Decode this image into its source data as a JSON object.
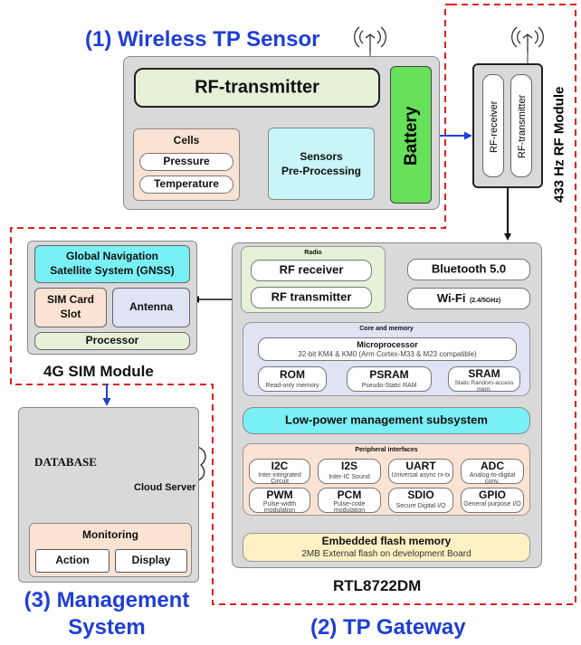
{
  "sections": {
    "sensor_title": "(1) Wireless TP Sensor",
    "gateway_title": "(2) TP Gateway",
    "management_title_line1": "(3) Management",
    "management_title_line2": "System"
  },
  "sensor": {
    "rf_transmitter": "RF-transmitter",
    "cells": "Cells",
    "pressure": "Pressure",
    "temperature": "Temperature",
    "sensors_line1": "Sensors",
    "sensors_line2": "Pre-Processing",
    "battery": "Battery"
  },
  "rf_module": {
    "title": "433 Hz RF Module",
    "receiver": "RF-receiver",
    "transmitter": "RF-transmitter"
  },
  "sim_module": {
    "title": "4G SIM Module",
    "gnss_line1": "Global Navigation",
    "gnss_line2": "Satellite System (GNSS)",
    "sim_line1": "SIM Card",
    "sim_line2": "Slot",
    "antenna": "Antenna",
    "processor": "Processor"
  },
  "gateway": {
    "chip_name": "RTL8722DM",
    "radio_label": "Radio",
    "rf_receiver": "RF receiver",
    "rf_transmitter": "RF transmitter",
    "bluetooth": "Bluetooth 5.0",
    "wifi": "Wi-Fi",
    "wifi_band": "(2.4/5GHz)",
    "core_label": "Core and memory",
    "microprocessor": "Microprocessor",
    "microprocessor_desc": "32-bit KM4 & KM0 (Arm Cortex-M33 & M23 compatible)",
    "rom": "ROM",
    "rom_desc": "Read-only memory",
    "psram": "PSRAM",
    "psram_desc": "Pseudo-Static RAM",
    "sram": "SRAM",
    "sram_desc": "Static Random-access mem.",
    "power": "Low-power management subsystem",
    "peripheral_label": "Peripheral interfaces",
    "i2c": "I2C",
    "i2c_desc": "Inter-integrated Circuit",
    "i2s": "I2S",
    "i2s_desc": "Inter-IC Sound",
    "uart": "UART",
    "uart_desc": "Universal async rx-tx",
    "adc": "ADC",
    "adc_desc": "Analog-to-digital conv.",
    "pwm": "PWM",
    "pwm_desc": "Pulse-width modulation",
    "pcm": "PCM",
    "pcm_desc": "Pulse-code modulation",
    "sdio": "SDIO",
    "sdio_desc": "Secure Digital I/O",
    "gpio": "GPIO",
    "gpio_desc": "General purpose I/O",
    "flash": "Embedded flash memory",
    "flash_desc": "2MB External flash on development Board"
  },
  "management": {
    "database": "DATABASE",
    "cloud_server": "Cloud Server",
    "monitoring": "Monitoring",
    "action": "Action",
    "display": "Display"
  },
  "colors": {
    "title_blue": "#1f3fd6",
    "dashed_red": "#e02020",
    "panel_gray": "#d9d9d9",
    "peach": "#fbe3d3",
    "cyan": "#79f0f5",
    "light_cyan": "#c8f5f7",
    "green": "#67e05a",
    "lavender": "#dfe3f4",
    "light_green": "#e6f1d8",
    "flash_yellow": "#fff1c4",
    "db_blue": "#a9d8e8"
  },
  "icons": {
    "antenna_1": "antenna-icon",
    "antenna_2": "antenna-icon",
    "database": "database-cylinder-icon",
    "cloud": "cloud-icon",
    "server": "server-tower-icon"
  }
}
